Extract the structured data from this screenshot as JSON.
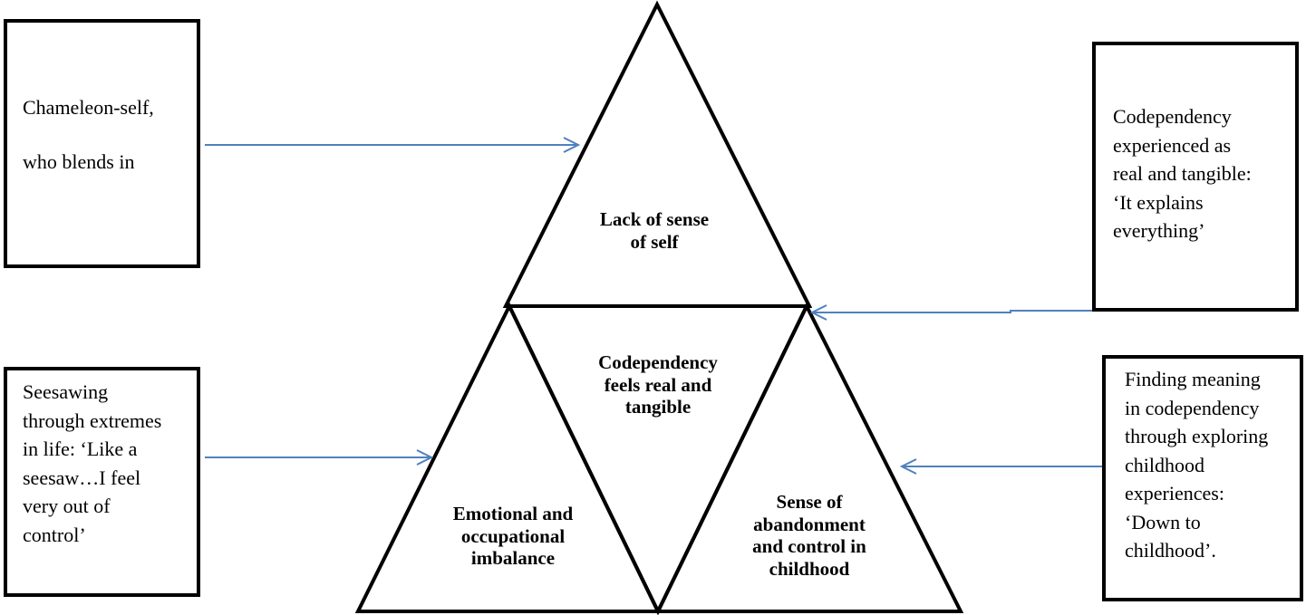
{
  "colors": {
    "stroke": "#000000",
    "arrow": "#4F81BD",
    "background": "#ffffff"
  },
  "triangles": {
    "top": {
      "label_lines": [
        "Lack of sense",
        "of self"
      ]
    },
    "center": {
      "label_lines": [
        "Codependency",
        "feels real and",
        "tangible"
      ]
    },
    "bottom_left": {
      "label_lines": [
        "Emotional and",
        "occupational",
        "imbalance"
      ]
    },
    "bottom_right": {
      "label_lines": [
        "Sense of",
        "abandonment",
        "and control in",
        "childhood"
      ]
    }
  },
  "boxes": {
    "top_left": {
      "lines": [
        "Chameleon-self,",
        "who blends in"
      ]
    },
    "bottom_left": {
      "lines": [
        "Seesawing",
        "through extremes",
        "in life: ‘Like a",
        "seesaw…I feel",
        "very out of",
        "control’"
      ]
    },
    "top_right": {
      "lines": [
        "Codependency",
        "experienced as",
        "real and tangible:",
        "‘It explains",
        "everything’"
      ]
    },
    "bottom_right": {
      "lines": [
        "Finding meaning",
        "in codependency",
        "through exploring",
        "childhood",
        "experiences:",
        "‘Down to",
        "childhood’."
      ]
    }
  }
}
